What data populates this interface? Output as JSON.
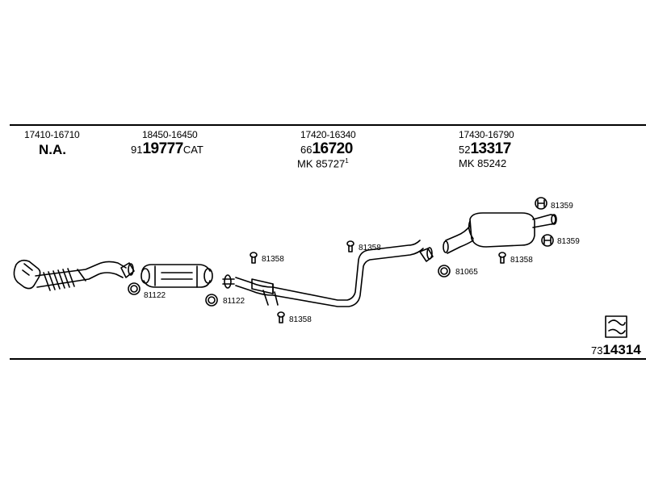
{
  "columns": [
    {
      "oem": "17410-16710",
      "part": {
        "text": "N.A."
      }
    },
    {
      "oem": "18450-16450",
      "part": {
        "prefix": "91",
        "main": "19777",
        "suffix": "CAT"
      }
    },
    {
      "oem": "17420-16340",
      "part": {
        "prefix": "66",
        "main": "16720"
      },
      "mk": "MK 85727",
      "mk_sup": "1"
    },
    {
      "oem": "17430-16790",
      "part": {
        "prefix": "52",
        "main": "13317"
      },
      "mk": "MK 85242"
    }
  ],
  "labels": {
    "l1": "81122",
    "l2": "81122",
    "l3": "81358",
    "l4": "81358",
    "l5": "81358",
    "l6": "81065",
    "l7": "81358",
    "l8": "81359",
    "l9": "81359"
  },
  "reference": {
    "prefix": "73",
    "main": "14314"
  }
}
